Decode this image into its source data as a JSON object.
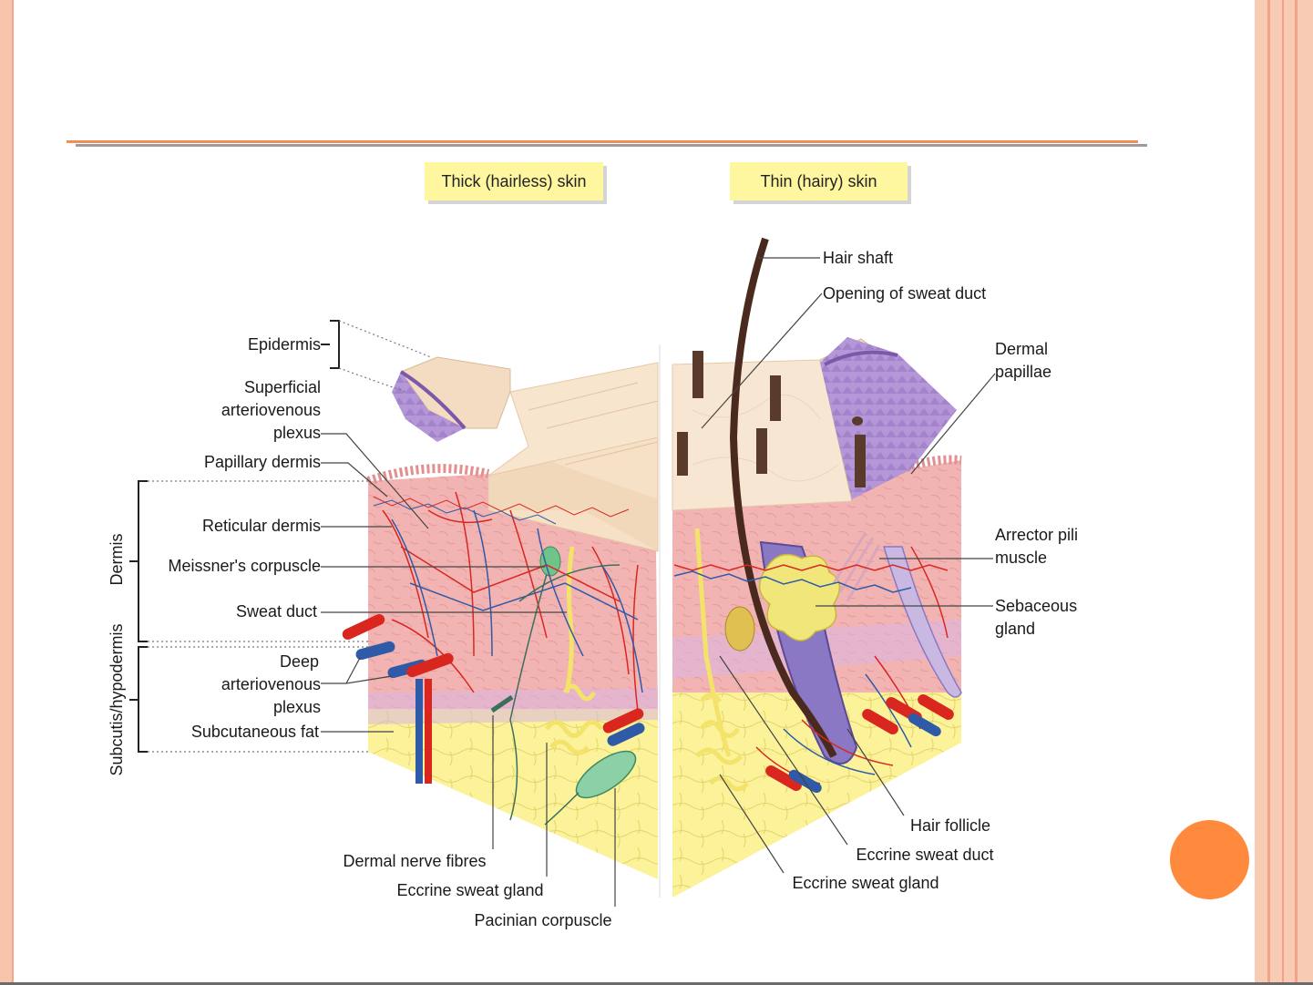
{
  "headers": {
    "thick": "Thick (hairless) skin",
    "thin": "Thin (hairy) skin"
  },
  "labels_left": {
    "epidermis": "Epidermis",
    "superficial_1": "Superficial",
    "superficial_2": "arteriovenous",
    "superficial_3": "plexus",
    "papillary": "Papillary dermis",
    "reticular": "Reticular dermis",
    "meissner": "Meissner's corpuscle",
    "sweat_duct": "Sweat duct",
    "deep_1": "Deep",
    "deep_2": "arteriovenous",
    "deep_3": "plexus",
    "subcutaneous_fat": "Subcutaneous fat",
    "dermis": "Dermis",
    "subcutis": "Subcutis/hypodermis"
  },
  "labels_bottom": {
    "nerve_fibres": "Dermal nerve fibres",
    "eccrine_gland_left": "Eccrine sweat gland",
    "pacinian": "Pacinian corpuscle"
  },
  "labels_right": {
    "hair_shaft": "Hair shaft",
    "sweat_opening": "Opening of sweat duct",
    "dermal_papillae_1": "Dermal",
    "dermal_papillae_2": "papillae",
    "arrector_1": "Arrector pili",
    "arrector_2": "muscle",
    "sebaceous_1": "Sebaceous",
    "sebaceous_2": "gland",
    "hair_follicle": "Hair follicle",
    "eccrine_duct": "Eccrine sweat duct",
    "eccrine_gland_right": "Eccrine sweat gland"
  }
}
